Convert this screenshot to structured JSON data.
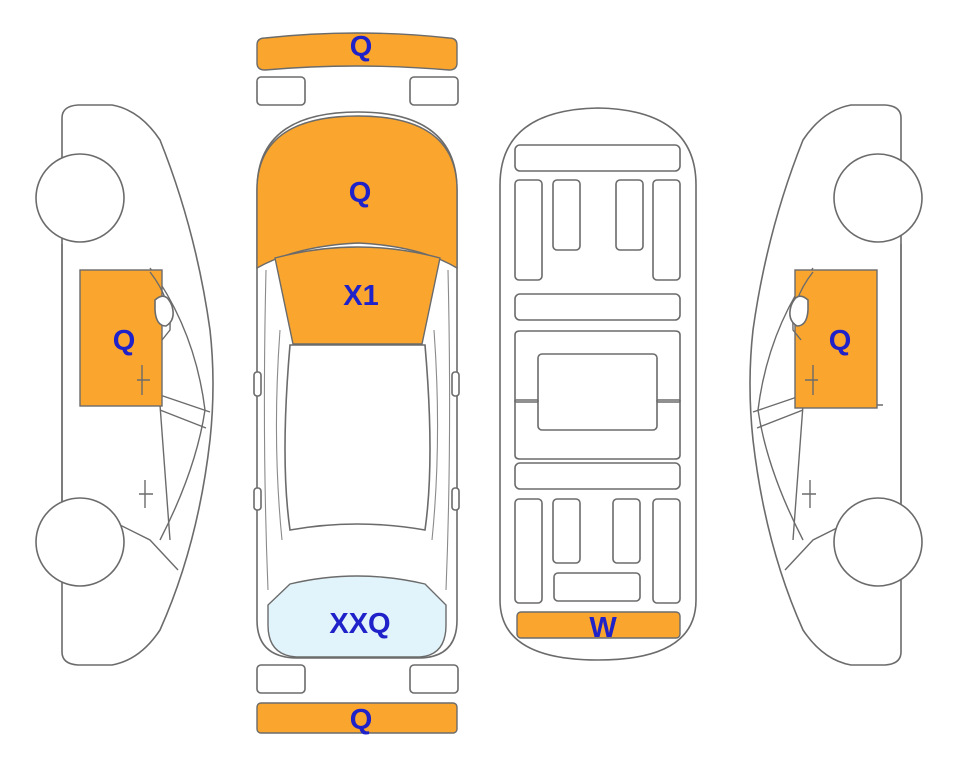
{
  "colors": {
    "damage": "#faa62e",
    "glass_highlight": "#e2f4fb",
    "label": "#1f21c9",
    "outline": "#6b6b6b"
  },
  "labels": {
    "front_bumper": "Q",
    "hood": "Q",
    "windshield": "X1",
    "rear_window": "XXQ",
    "rear_bumper": "Q",
    "underbody_rear": "W",
    "left_front_door": "Q",
    "right_front_door": "Q"
  }
}
